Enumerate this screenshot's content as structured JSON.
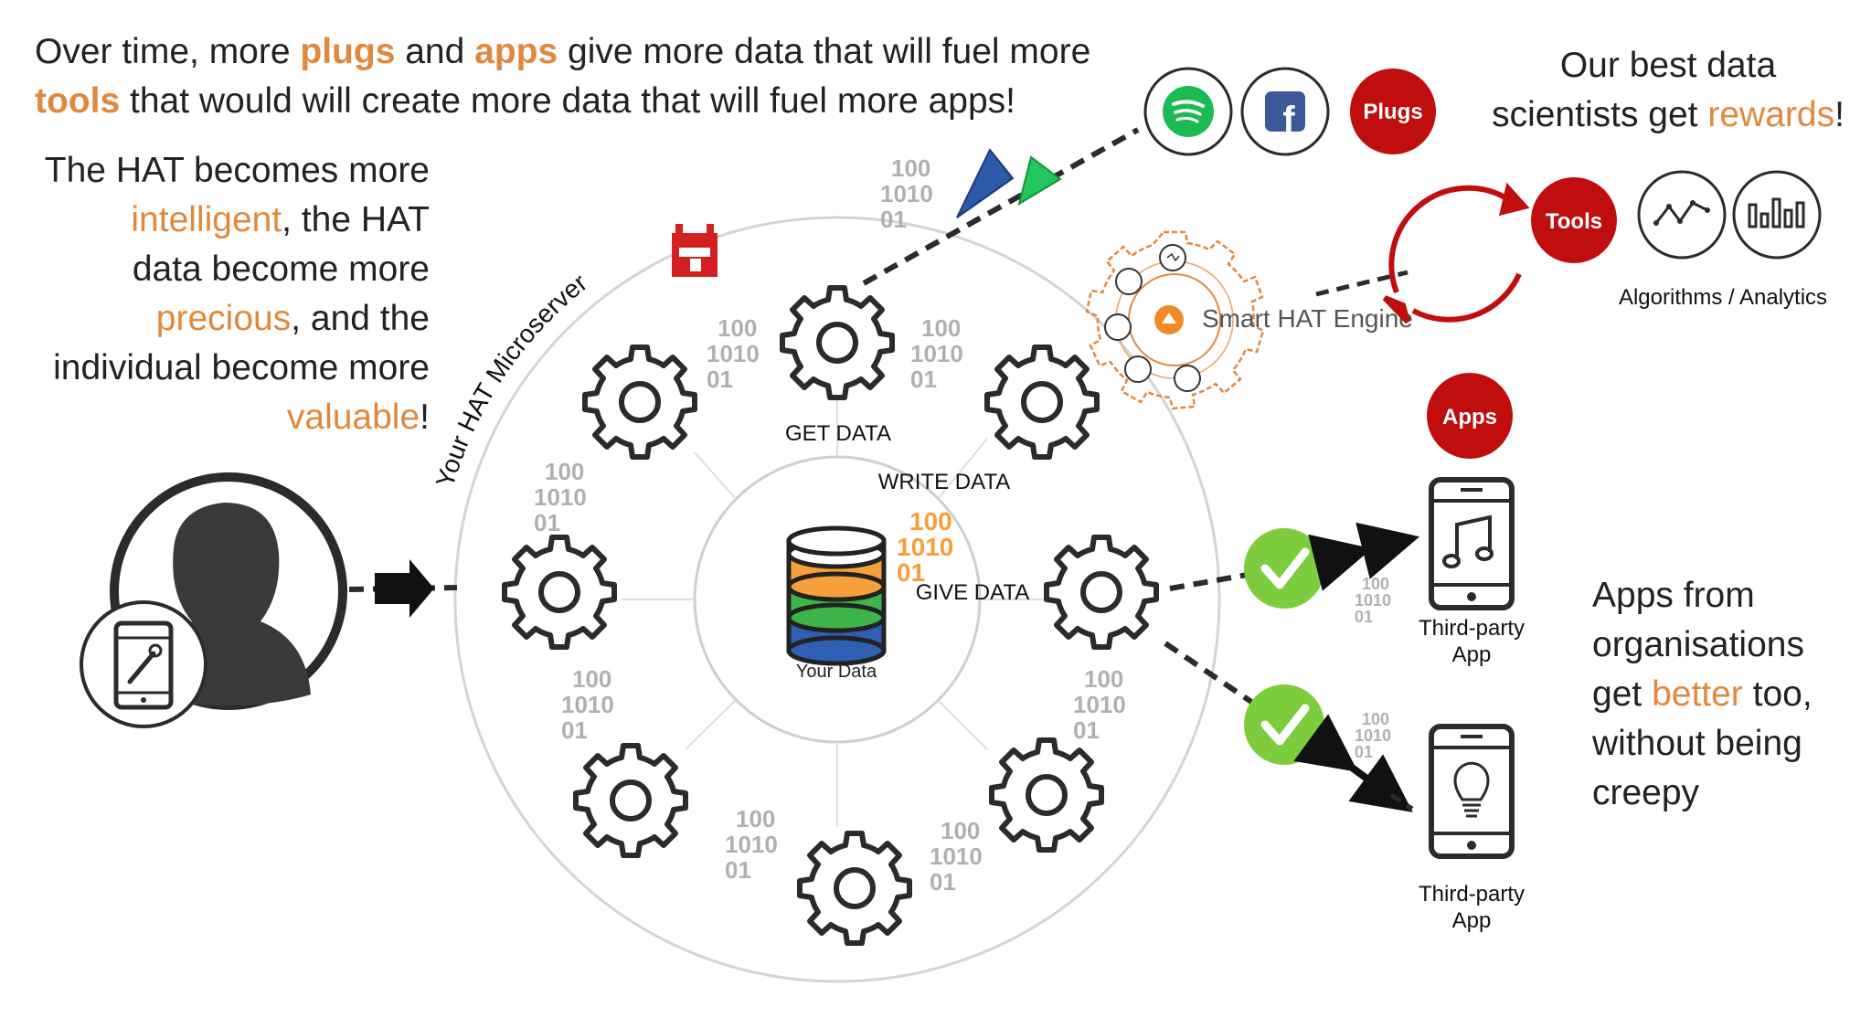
{
  "headline": {
    "line1_a": "Over time, more ",
    "line1_plugs": "plugs",
    "line1_b": " and ",
    "line1_apps": "apps",
    "line1_c": " give more data that will fuel more",
    "line2_tools": "tools",
    "line2_a": " that would will create more data that will fuel more apps!"
  },
  "left_blurb": {
    "p1": "The HAT becomes more",
    "intelligent": "intelligent",
    "p2": ", the HAT",
    "p3": "data become more",
    "precious": "precious",
    "p4": ", and the",
    "p5": "individual become more",
    "valuable": "valuable",
    "p6": "!"
  },
  "right_blurb": {
    "l1": "Our  best data",
    "l2_a": "scientists get ",
    "rewards": "rewards",
    "l2_b": "!"
  },
  "apps_blurb": {
    "l1": "Apps from",
    "l2": "organisations",
    "l3_a": "get ",
    "better": "better",
    "l3_b": " too,",
    "l4": "without being",
    "l5": "creepy"
  },
  "diagram": {
    "ring_label": "Your HAT Microserver",
    "get_data": "GET DATA",
    "write_data": "WRITE DATA",
    "give_data": "GIVE DATA",
    "your_data": "Your Data",
    "binary": [
      "100",
      "1010",
      "01"
    ],
    "engine_label": "Smart HAT Engine",
    "plugs": "Plugs",
    "tools": "Tools",
    "apps": "Apps",
    "algorithms": "Algorithms / Analytics",
    "third_party_1": [
      "Third-party",
      "App"
    ],
    "third_party_2": [
      "Third-party",
      "App"
    ]
  },
  "icons": {
    "spotify": "spotify-icon",
    "facebook": "facebook-icon",
    "user": "user-silhouette-icon",
    "phone_wrench": "phone-wrench-icon",
    "database": "database-icon",
    "refresh": "refresh-cycle-icon",
    "line_chart": "line-chart-icon",
    "bar_chart": "bar-chart-icon",
    "music_phone": "music-phone-icon",
    "bulb_phone": "lightbulb-phone-icon",
    "check": "check-icon",
    "gear": "gear-icon",
    "hat_logo": "hat-logo-icon"
  },
  "colors": {
    "accent_orange": "#e0893e",
    "badge_red": "#c00d0d",
    "spotify_green": "#1db954",
    "facebook_blue": "#3b5998",
    "check_green": "#7ccc3d",
    "arrow_blue": "#2d5aa8",
    "arrow_green": "#22c55e",
    "db_orange": "#f5a03a",
    "db_green": "#3db54a",
    "db_blue": "#2f5fb3"
  }
}
